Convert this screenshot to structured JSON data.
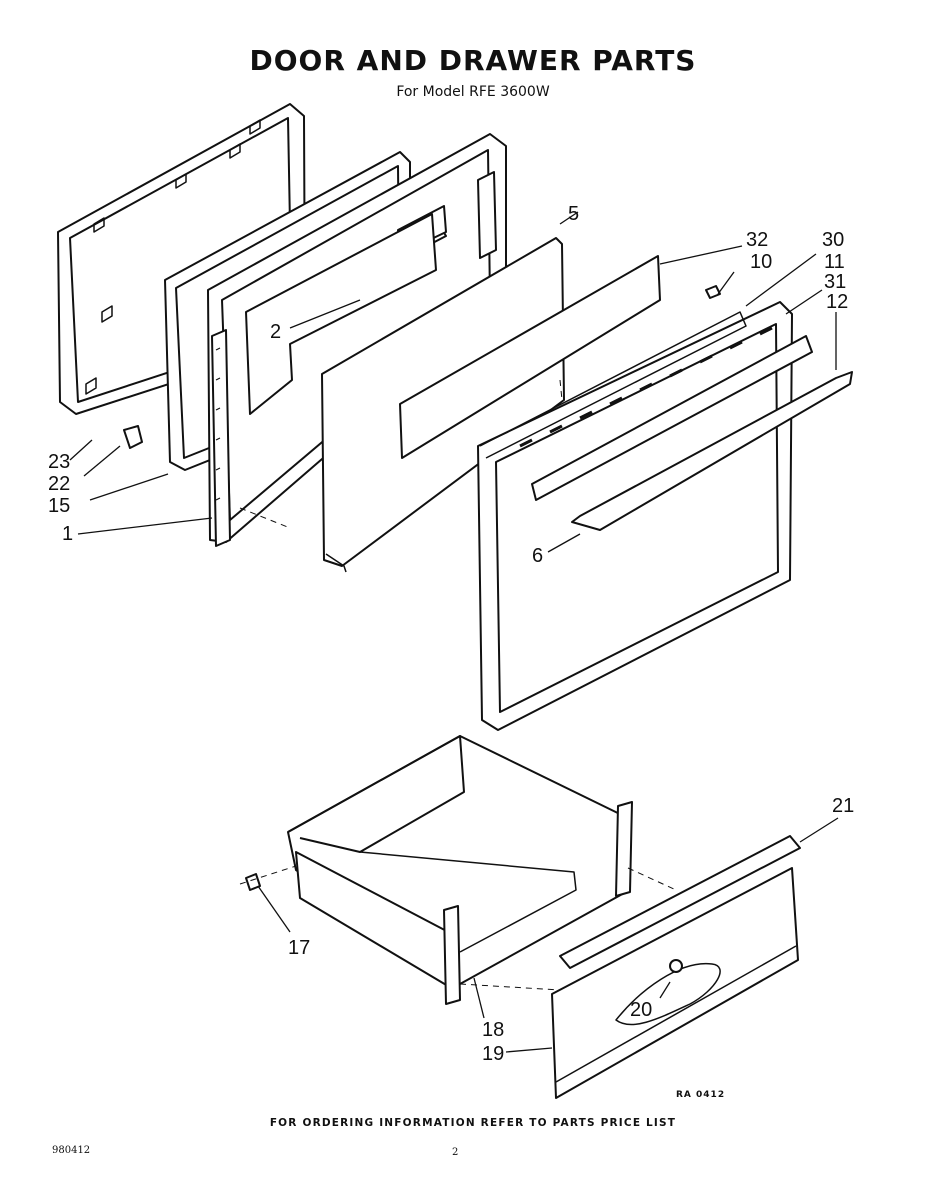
{
  "header": {
    "title": "DOOR AND DRAWER PARTS",
    "subtitle": "For Model RFE 3600W"
  },
  "callouts": [
    "5",
    "32",
    "30",
    "10",
    "11",
    "31",
    "12",
    "2",
    "23",
    "22",
    "15",
    "1",
    "6",
    "21",
    "17",
    "18",
    "19",
    "20"
  ],
  "diagram_code": "RA 0412",
  "footer": {
    "ordering_note": "FOR ORDERING INFORMATION REFER TO PARTS PRICE LIST",
    "doc_code": "980412",
    "page_number": "2"
  }
}
